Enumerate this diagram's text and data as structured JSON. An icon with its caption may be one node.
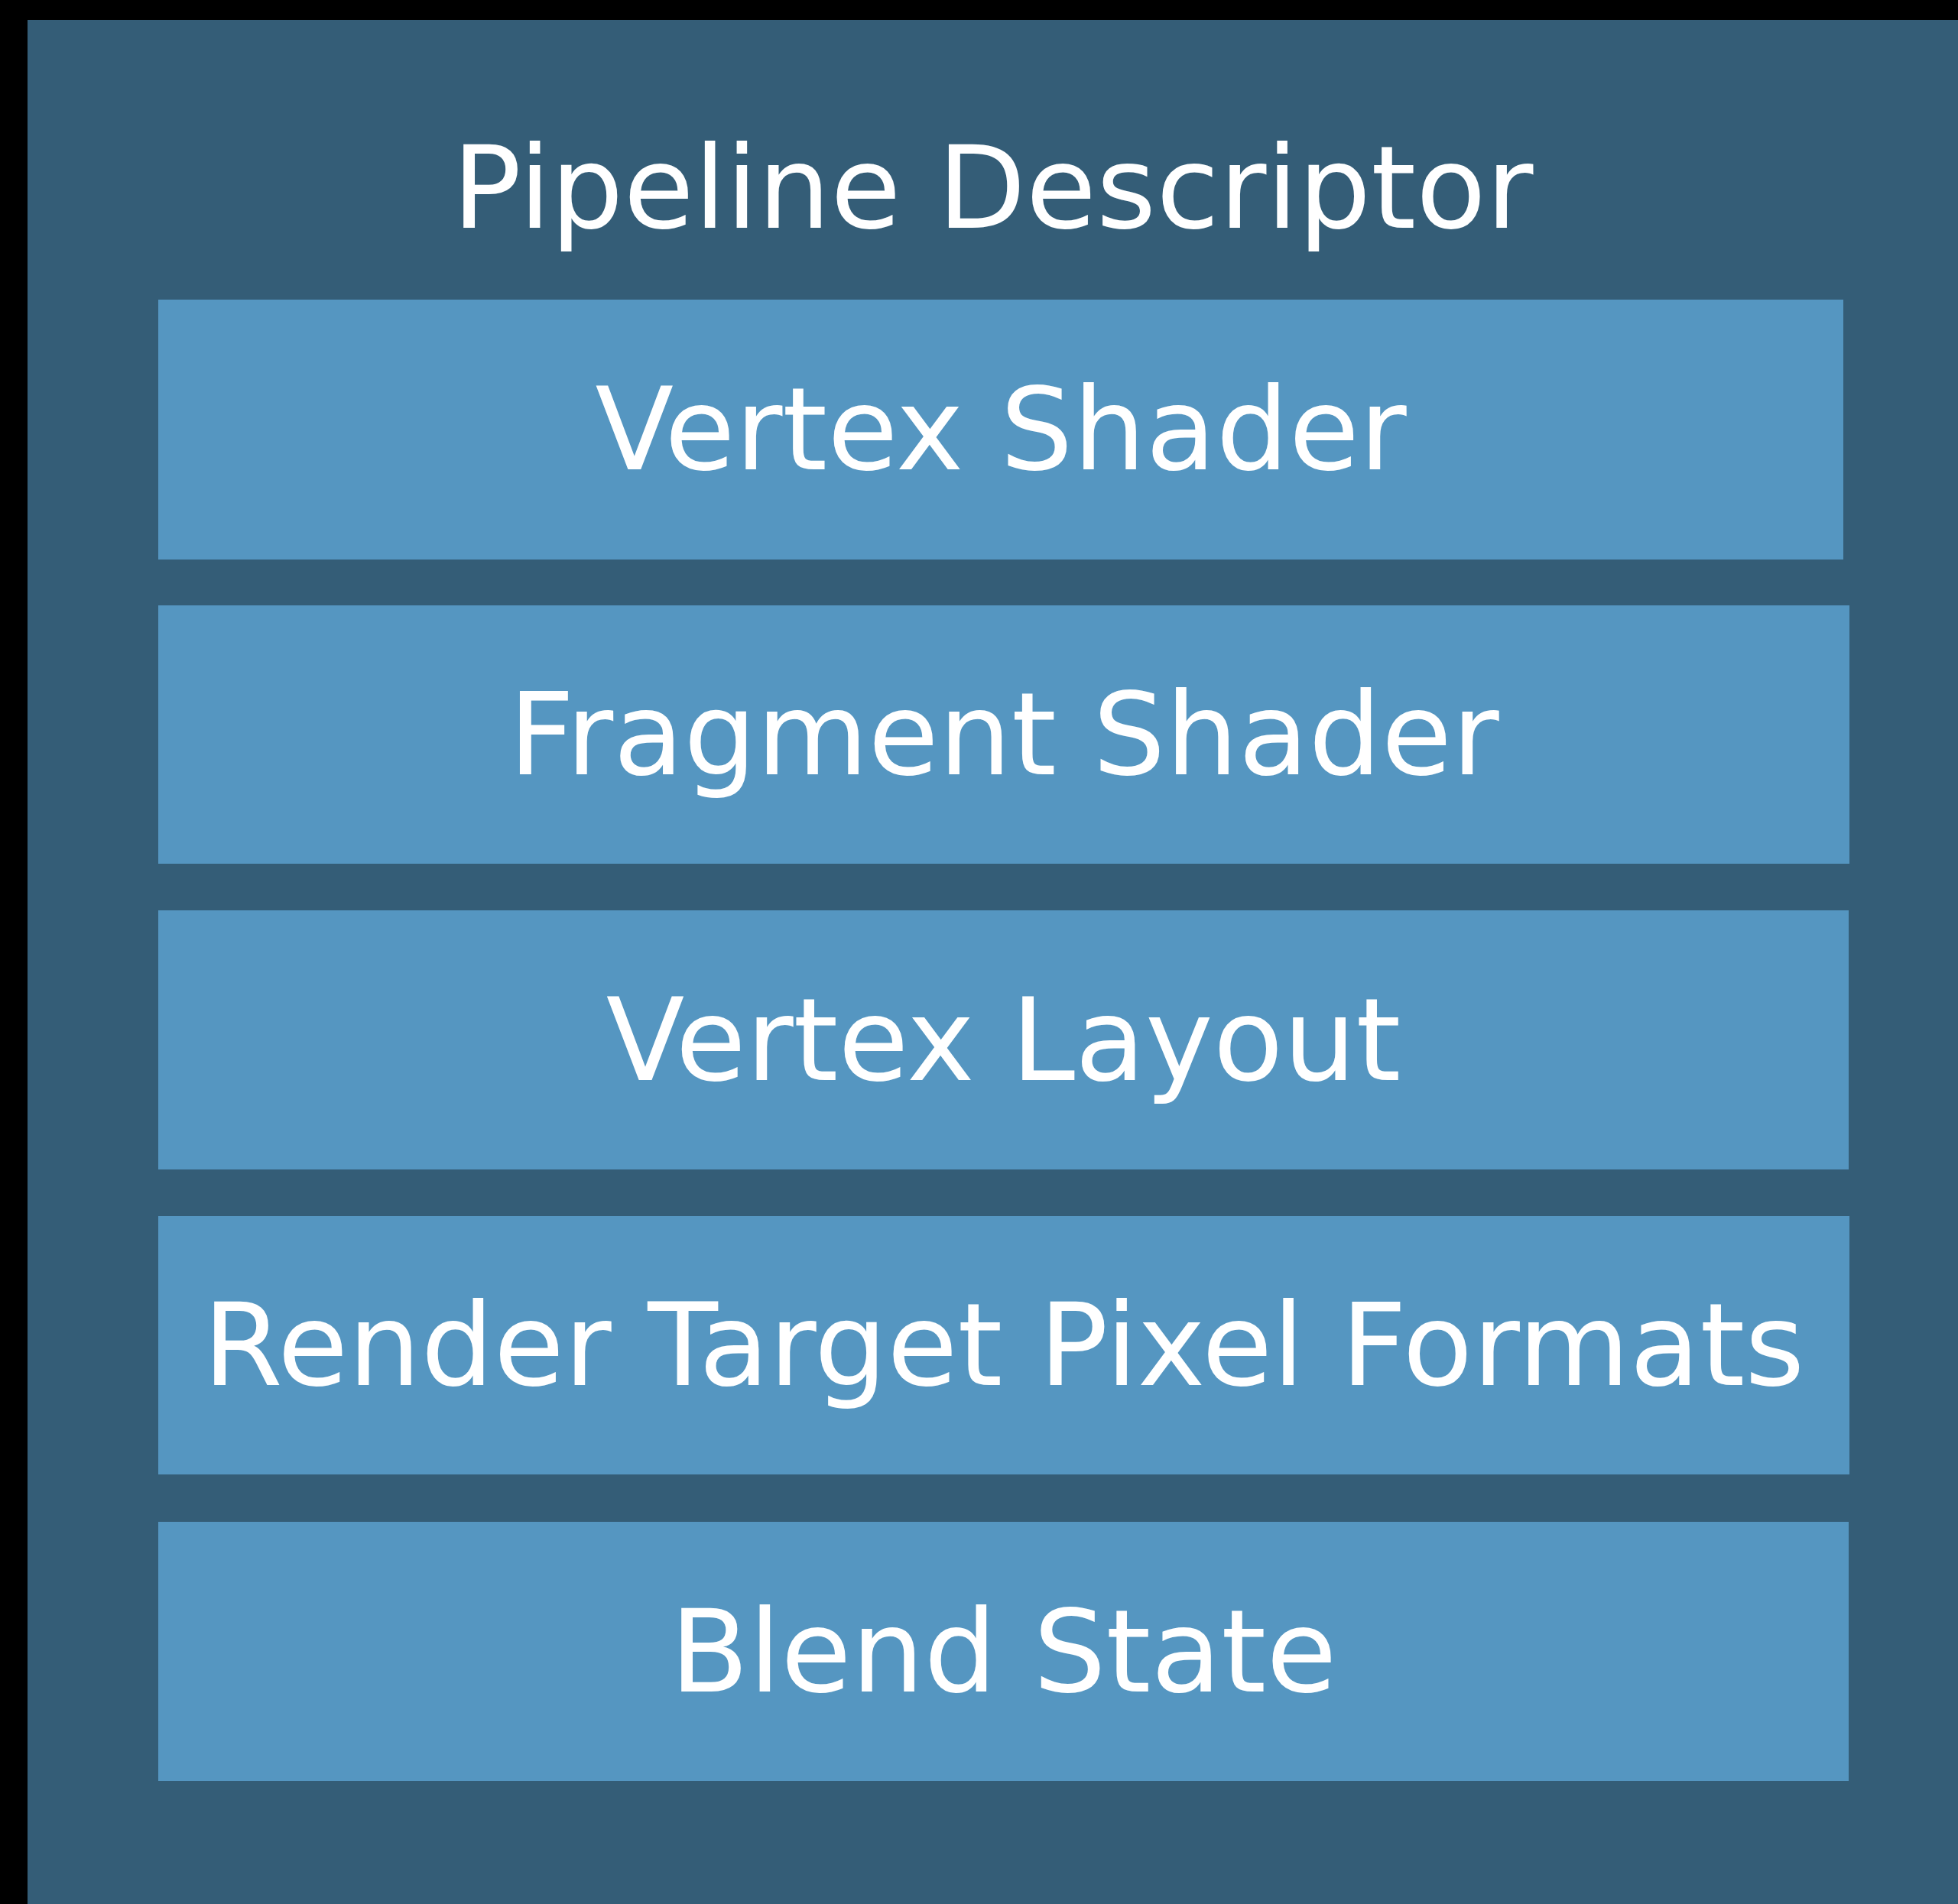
{
  "diagram": {
    "nodes": [
      {
        "text": [
          "Pipeline Descriptor"
        ]
      },
      {
        "text": [
          "Vertex Shader"
        ],
        "in": 0
      },
      {
        "text": [
          "Fragment Shader"
        ],
        "in": 0
      },
      {
        "text": [
          "Vertex Layout"
        ],
        "in": 0
      },
      {
        "text": [
          "Render Target Pixel Formats"
        ],
        "in": 0
      },
      {
        "text": [
          "Blend State"
        ],
        "in": 0
      }
    ],
    "edges": []
  }
}
